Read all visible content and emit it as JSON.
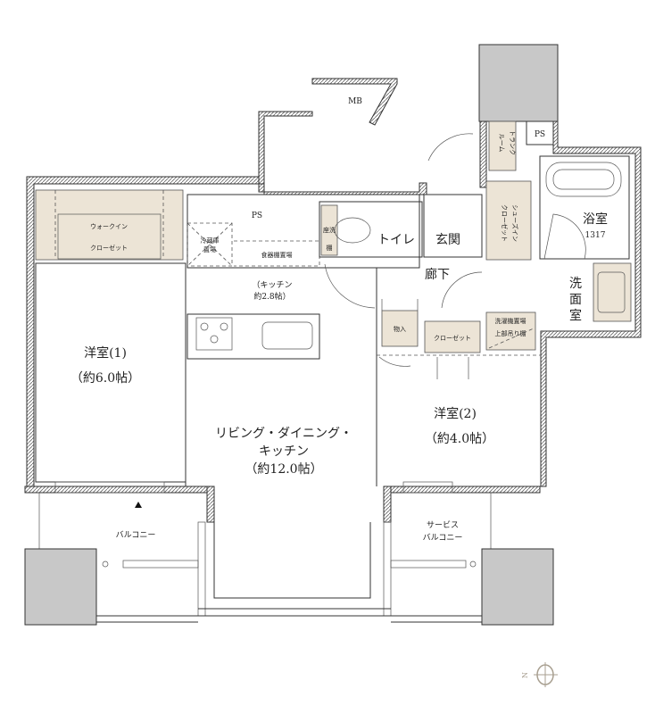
{
  "labels": {
    "mb": "MB",
    "ps_top": "PS",
    "ps_kitchen": "PS",
    "trunk_room_1": "トランク",
    "trunk_room_2": "ルーム",
    "walk_in_closet_1": "ウォークイン",
    "walk_in_closet_2": "クローゼット",
    "fridge_1": "冷蔵庫",
    "fridge_2": "置場",
    "dish_shelf": "食器棚置場",
    "kitchen_1": "（キッチン",
    "kitchen_2": "約2.8帖）",
    "toilet": "トイレ",
    "toilet_washlet": "座洗",
    "toilet_shelf": "棚",
    "entrance": "玄関",
    "corridor": "廊下",
    "shoes_closet_1": "シューズイン",
    "shoes_closet_2": "クローゼット",
    "bath_1": "浴室",
    "bath_2": "1317",
    "washroom_1": "洗",
    "washroom_2": "面",
    "washroom_3": "室",
    "storage": "物入",
    "closet": "クローゼット",
    "washer_1": "洗濯機置場",
    "washer_2": "上部吊り棚",
    "room1_1": "洋室(1)",
    "room1_2": "（約6.0帖）",
    "room2_1": "洋室(2)",
    "room2_2": "（約4.0帖）",
    "ldk_1": "リビング・ダイニング・",
    "ldk_2": "キッチン",
    "ldk_3": "（約12.0帖）",
    "balcony": "バルコニー",
    "service_balcony_1": "サービス",
    "service_balcony_2": "バルコニー",
    "compass_n": "N"
  },
  "colors": {
    "closet_fill": "#ece4d6",
    "column_fill": "#c8c8c8",
    "compass": "#a89f90"
  },
  "icons": [
    "stove-icon",
    "sink-icon",
    "bathtub-icon",
    "toilet-icon",
    "compass-icon",
    "entry-arrow-icon"
  ]
}
